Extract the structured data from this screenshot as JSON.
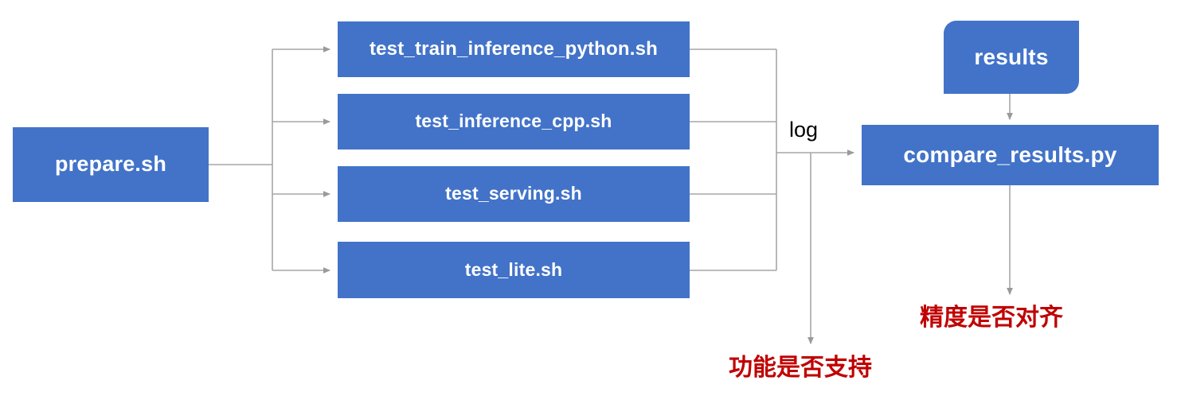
{
  "diagram": {
    "title": "PaddlePaddle TIPC test pipeline flowchart",
    "colors": {
      "node_fill": "#4273C8",
      "node_text": "#FFFFFF",
      "connector": "#A6A6A6",
      "note_text": "#C00000",
      "background": "#FFFFFF"
    },
    "entry": {
      "label": "prepare.sh"
    },
    "steps": [
      {
        "label": "test_train_inference_python.sh"
      },
      {
        "label": "test_inference_cpp.sh"
      },
      {
        "label": "test_serving.sh"
      },
      {
        "label": "test_lite.sh"
      }
    ],
    "edge_labels": {
      "log": "log"
    },
    "results_node": {
      "label": "results"
    },
    "compare_node": {
      "label": "compare_results.py"
    },
    "notes": [
      {
        "id": "function-support",
        "text": "功能是否支持"
      },
      {
        "id": "precision-aligned",
        "text": "精度是否对齐"
      }
    ]
  }
}
